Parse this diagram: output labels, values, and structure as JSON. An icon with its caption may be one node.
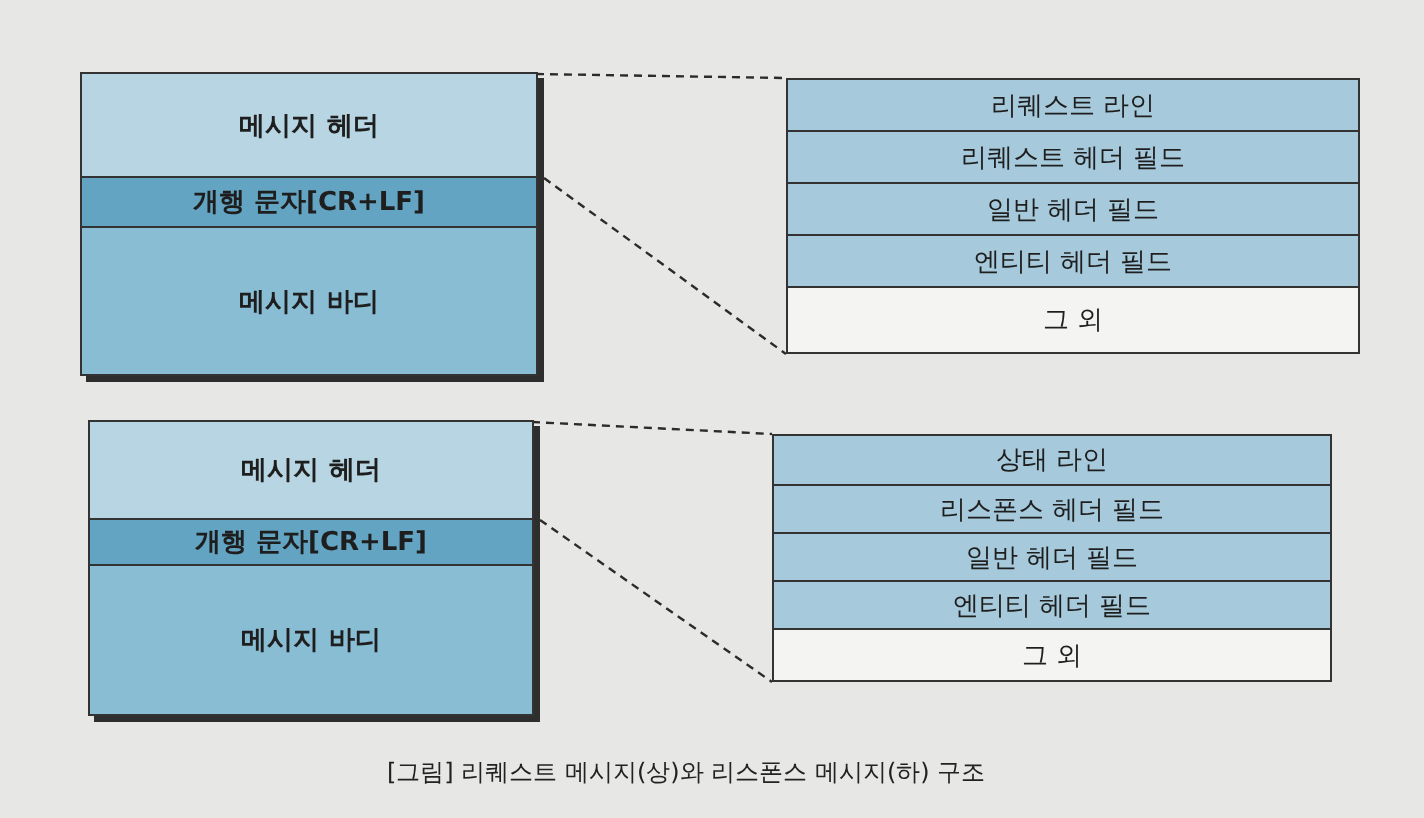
{
  "diagram": {
    "caption": "[그림] 리퀘스트 메시지(상)와 리스폰스 메시지(하) 구조",
    "nodes": [
      {
        "text": [],
        "shape": "box"
      },
      {
        "text": [
          "메시지 헤더"
        ],
        "in": 0
      },
      {
        "text": [
          "개행 문자[CR+LF]"
        ],
        "in": 0
      },
      {
        "text": [
          "메시지 바디"
        ],
        "in": 0
      },
      {
        "text": [],
        "shape": "box"
      },
      {
        "text": [
          "리퀘스트 라인"
        ],
        "in": 4
      },
      {
        "text": [
          "리퀘스트 헤더 필드"
        ],
        "in": 4
      },
      {
        "text": [
          "일반 헤더 필드"
        ],
        "in": 4
      },
      {
        "text": [
          "엔티티 헤더 필드"
        ],
        "in": 4
      },
      {
        "text": [
          "그 외"
        ],
        "in": 4
      },
      {
        "text": [],
        "shape": "box"
      },
      {
        "text": [
          "메시지 헤더"
        ],
        "in": 10
      },
      {
        "text": [
          "개행 문자[CR+LF]"
        ],
        "in": 10
      },
      {
        "text": [
          "메시지 바디"
        ],
        "in": 10
      },
      {
        "text": [],
        "shape": "box"
      },
      {
        "text": [
          "상태 라인"
        ],
        "in": 14
      },
      {
        "text": [
          "리스폰스 헤더 필드"
        ],
        "in": 14
      },
      {
        "text": [
          "일반 헤더 필드"
        ],
        "in": 14
      },
      {
        "text": [
          "엔티티 헤더 필드"
        ],
        "in": 14
      },
      {
        "text": [
          "그 외"
        ],
        "in": 14
      }
    ],
    "edges": [
      {
        "from": 1,
        "to": 4,
        "arrow": "none",
        "style": "dashed"
      },
      {
        "from": 1,
        "to": 4,
        "arrow": "none",
        "style": "dashed"
      },
      {
        "from": 11,
        "to": 14,
        "arrow": "none",
        "style": "dashed"
      },
      {
        "from": 11,
        "to": 14,
        "arrow": "none",
        "style": "dashed"
      }
    ]
  }
}
